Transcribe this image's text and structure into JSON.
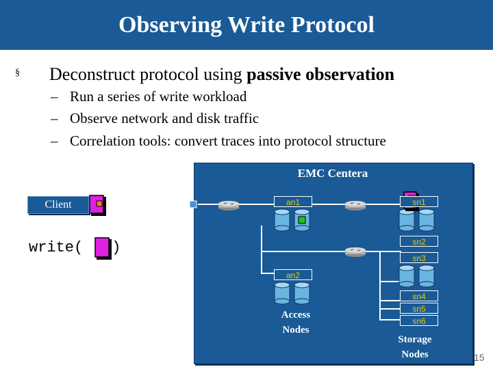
{
  "slide": {
    "title": "Observing Write Protocol",
    "page_number": "15"
  },
  "bullets": {
    "main_marker": "§",
    "main_text_plain": "Deconstruct protocol using ",
    "main_text_bold": "passive observation",
    "sub_marker": "–",
    "sub_items": [
      "Run a series of write workload",
      "Observe network and disk traffic",
      "Correlation tools: convert traces into protocol structure"
    ]
  },
  "diagram": {
    "panel_title": "EMC Centera",
    "client_label": "Client",
    "write_open": "write(",
    "write_close": ")",
    "access_nodes_label": [
      "Access",
      "Nodes"
    ],
    "storage_nodes_label": [
      "Storage",
      "Nodes"
    ],
    "access_node_tags": [
      "an1",
      "an2"
    ],
    "storage_node_tags": [
      "sn1",
      "sn2",
      "sn3",
      "sn4",
      "sn5",
      "sn6"
    ],
    "colors": {
      "panel": "#1a5a96",
      "disk": "#6ab4e0",
      "file_magenta": "#e020e0",
      "block_orange": "#f08020",
      "block_green": "#20c020",
      "block_yellow": "#f0e040",
      "port_blue": "#4a90e0",
      "tag_text": "#e8d000"
    },
    "icons": [
      "router-icon",
      "disk-icon",
      "file-icon",
      "data-block-icon"
    ]
  }
}
